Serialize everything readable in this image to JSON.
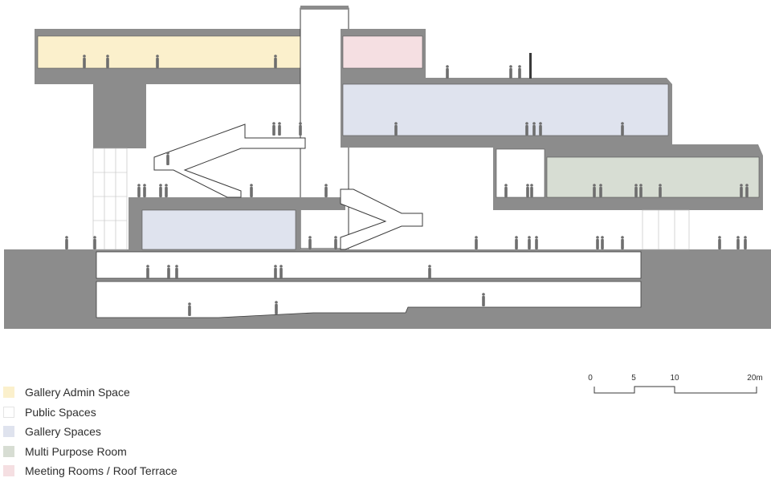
{
  "legend": {
    "items": [
      {
        "key": "admin",
        "label": "Gallery Admin Space",
        "color": "#fbf0cc"
      },
      {
        "key": "public",
        "label": "Public Spaces",
        "color": "#ffffff"
      },
      {
        "key": "gallery",
        "label": "Gallery Spaces",
        "color": "#dfe3ee"
      },
      {
        "key": "multi",
        "label": "Multi Purpose Room",
        "color": "#d7ddd3"
      },
      {
        "key": "meeting",
        "label": "Meeting Rooms / Roof Terrace",
        "color": "#f5dfe2"
      }
    ]
  },
  "scale_bar": {
    "ticks": [
      "0",
      "5",
      "10",
      "20m"
    ]
  },
  "colors": {
    "structure": "#8c8c8c",
    "ground": "#8c8c8c",
    "outline": "#3a3a3a",
    "figure": "#6e6e6e"
  }
}
